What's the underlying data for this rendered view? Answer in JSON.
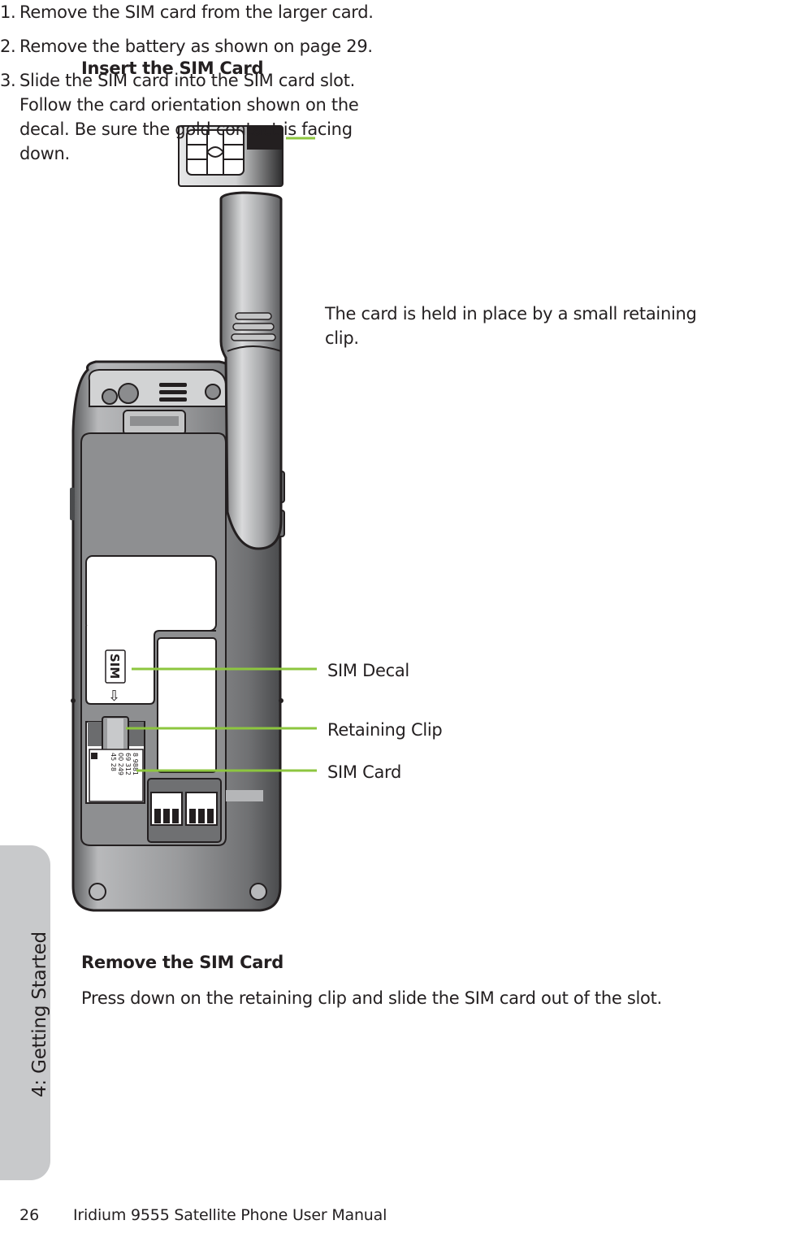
{
  "headings": {
    "insert": "Insert the SIM Card",
    "remove": "Remove the SIM Card"
  },
  "steps": [
    {
      "num": "1.",
      "text": "Remove the SIM card from the larger card."
    },
    {
      "num": "2.",
      "text": "Remove the battery as shown on page 29."
    },
    {
      "num": "3.",
      "text": "Slide the SIM card into the SIM card slot. Follow the card orientation shown on the decal. Be sure the gold contact is facing down."
    }
  ],
  "note": "The card is held in place by a small retaining clip.",
  "callouts": {
    "sim_decal": "SIM Decal",
    "retaining_clip": "Retaining Clip",
    "sim_card": "SIM Card"
  },
  "decal": {
    "text": "SIM",
    "arrow": "⇩"
  },
  "sim_card_digits": [
    "8 9881",
    "69 312",
    "00 249",
    "45 28"
  ],
  "remove_text": "Press down on the retaining clip and slide the SIM card out of the slot.",
  "side_tab": "4: Getting Started",
  "footer": {
    "page_number": "26",
    "title": "Iridium 9555 Satellite Phone User Manual"
  },
  "colors": {
    "callout_line": "#8dc63f",
    "side_tab": "#c8c9cb"
  }
}
